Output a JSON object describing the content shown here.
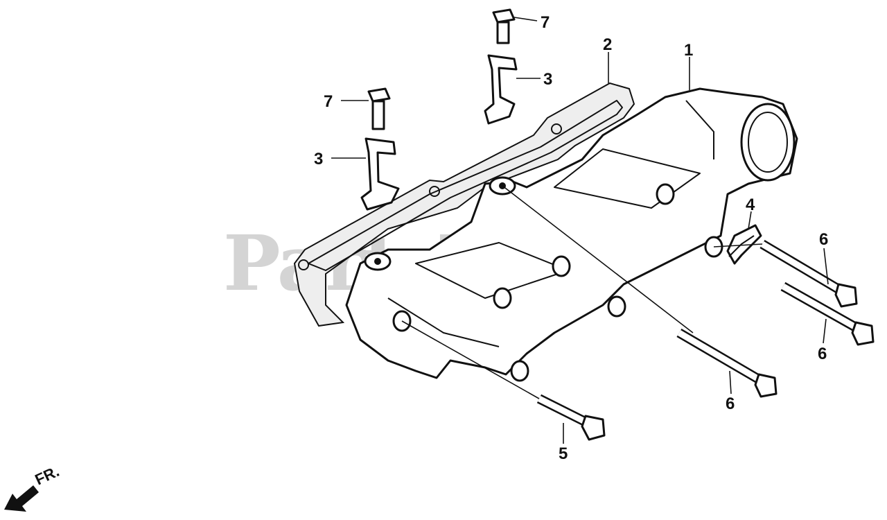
{
  "watermark": {
    "brand": "PartsTree",
    "trademark": "™"
  },
  "direction": {
    "label": "FR."
  },
  "callouts": [
    {
      "label": "1"
    },
    {
      "label": "2"
    },
    {
      "label": "3"
    },
    {
      "label": "3"
    },
    {
      "label": "4"
    },
    {
      "label": "5"
    },
    {
      "label": "6"
    },
    {
      "label": "6"
    },
    {
      "label": "6"
    },
    {
      "label": "7"
    },
    {
      "label": "7"
    }
  ]
}
